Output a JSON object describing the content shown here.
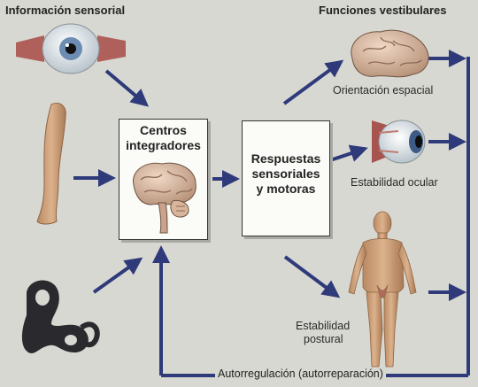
{
  "headings": {
    "left": "Información sensorial",
    "right": "Funciones vestibulares"
  },
  "boxes": {
    "integrators": {
      "line1": "Centros",
      "line2": "integradores"
    },
    "responses": {
      "line1": "Respuestas",
      "line2": "sensoriales",
      "line3": "y motoras"
    }
  },
  "outputs": {
    "spatial": "Orientación espacial",
    "ocular": "Estabilidad ocular",
    "postural_line1": "Estabilidad",
    "postural_line2": "postural"
  },
  "feedback": "Autorregulación (autorreparación)",
  "colors": {
    "arrow": "#2e3a7a",
    "background": "#d8d8d2",
    "brain": "#d9b9a0",
    "skin": "#c99a72",
    "labyrinth": "#2a2a2e"
  },
  "icons": {
    "eye_input": "eye-with-muscles-icon",
    "leg_input": "leg-icon",
    "ear_input": "inner-ear-labyrinth-icon",
    "brain_center": "brain-icon",
    "brain_output": "brain-icon",
    "eye_output": "eyeball-icon",
    "body_output": "human-body-icon"
  }
}
